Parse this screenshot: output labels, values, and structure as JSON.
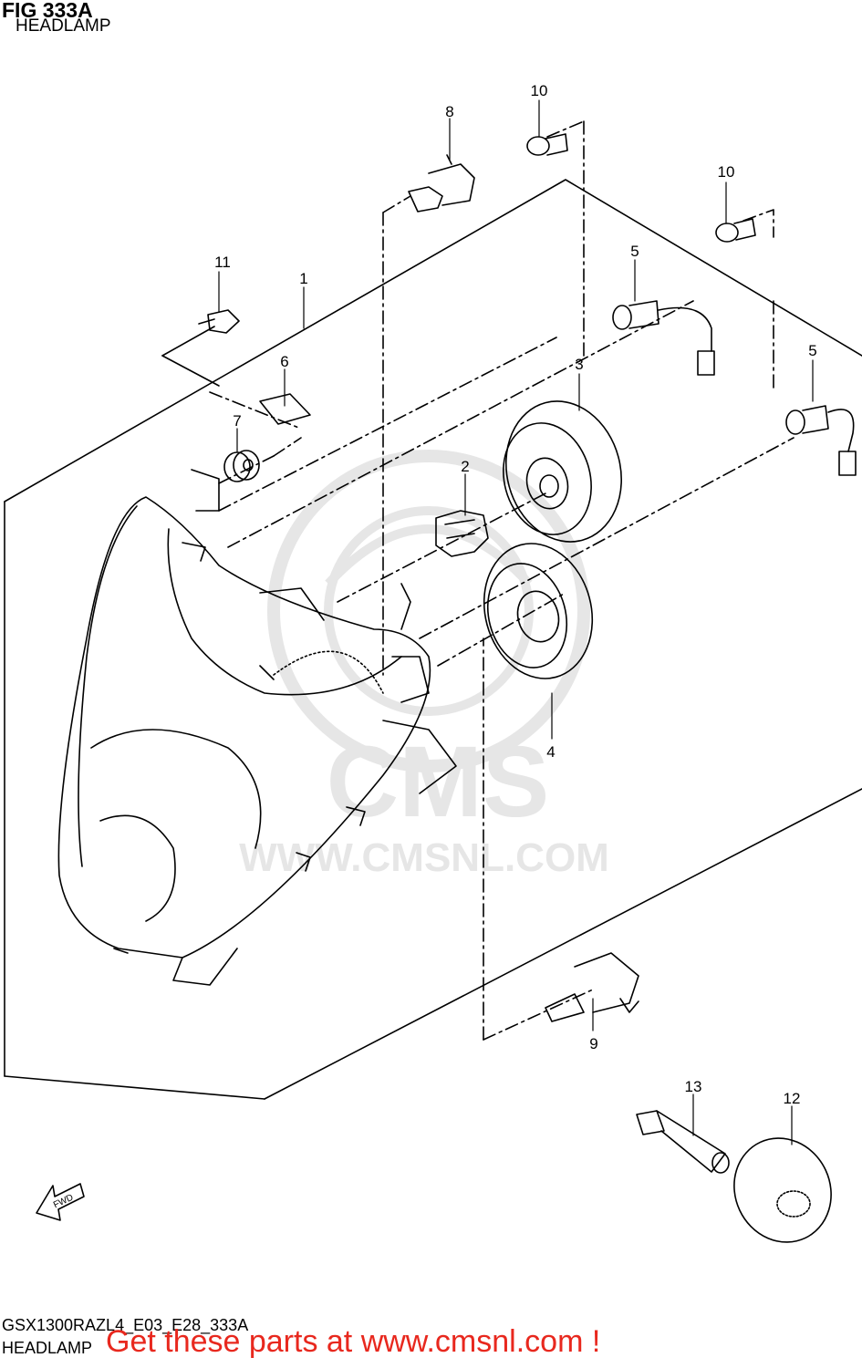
{
  "figure": {
    "title": "FIG 333A",
    "subtitle": "HEADLAMP"
  },
  "watermark": {
    "brand": "CMS",
    "url": "WWW.CMSNL.COM",
    "color": "#e6e6e6"
  },
  "callouts": [
    "1",
    "2",
    "3",
    "4",
    "5",
    "5",
    "6",
    "7",
    "8",
    "9",
    "10",
    "10",
    "11",
    "12",
    "13"
  ],
  "fwd_label": "FWD",
  "footer": {
    "model_code": "GSX1300RAZL4_E03_E28_333A",
    "title": "HEADLAMP",
    "promo": "Get these parts at www.cmsnl.com !",
    "promo_color": "#e8281e"
  }
}
